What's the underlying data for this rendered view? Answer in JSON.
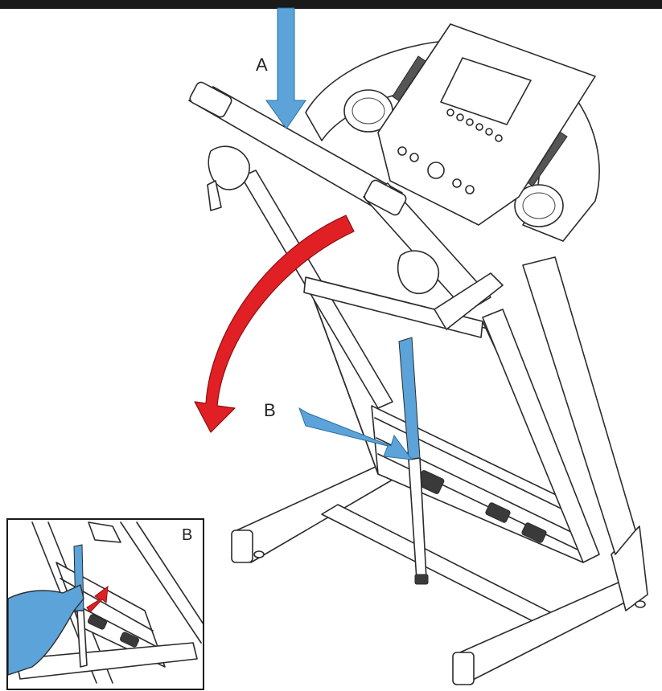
{
  "labels": {
    "arrow_a": "A",
    "arrow_b": "B",
    "inset_b": "B"
  },
  "colors": {
    "push_arrow": "#5ba3d9",
    "fold_arrow": "#e02024",
    "line_art": "#2b2b2b",
    "background": "#ffffff"
  },
  "icons": {
    "arrow_a": "down-arrow-icon",
    "arrow_b": "diagonal-arrow-icon",
    "fold": "curved-arrow-icon",
    "inset_push": "up-arrow-icon"
  }
}
